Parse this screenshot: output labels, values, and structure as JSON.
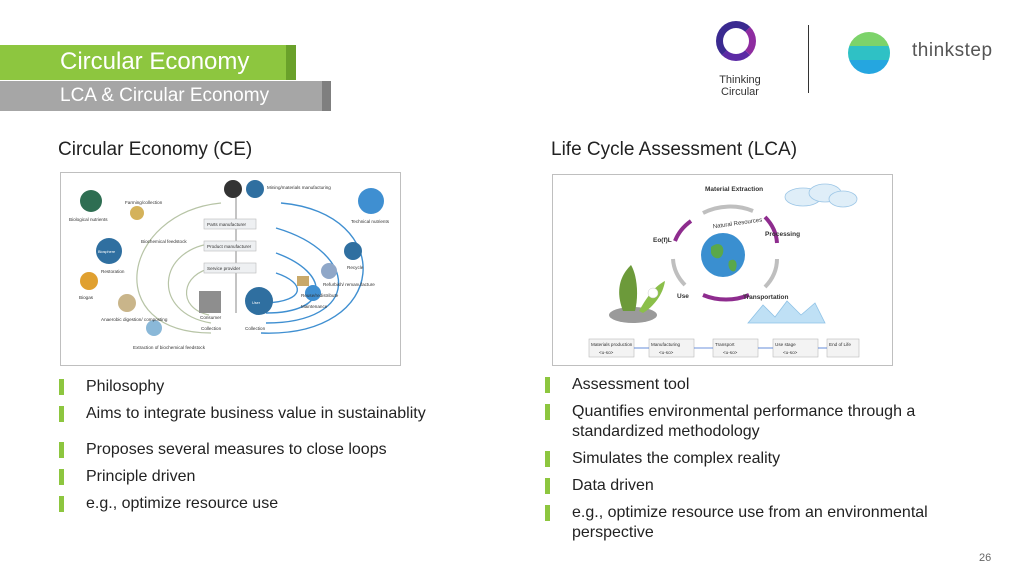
{
  "header": {
    "title": "Circular Economy",
    "subtitle": "LCA & Circular Economy"
  },
  "logos": {
    "thinking_circular": "Thinking Circular",
    "thinkstep": "thinkstep"
  },
  "left": {
    "heading": "Circular Economy (CE)",
    "diagram": {
      "labels": {
        "biological_nutrients": "Biological nutrients",
        "farming": "Farming/collection",
        "biochemical": "Biochemical feedstock",
        "biosphere": "Biosphere",
        "restoration": "Restoration",
        "biogas": "Biogas",
        "anaerobic": "Anaerobic digestion/ composting",
        "extraction": "Extraction of biochemical feedstock",
        "mining": "Mining/materials manufacturing",
        "technical_nutrients": "Technical nutrients",
        "parts": "Parts manufacturer",
        "product": "Product manufacturer",
        "service": "Service provider",
        "consumer": "Consumer",
        "user": "User",
        "collection_left": "Collection",
        "collection_right": "Collection",
        "recycle": "Recycle",
        "refurbish": "Refurbish/ remanufacture",
        "reuse": "Reuse/redistribute",
        "maintenance": "Maintenance"
      }
    },
    "bullets": [
      "Philosophy",
      "Aims to integrate business value in sustainablity",
      "Proposes several measures to close loops",
      "Principle driven",
      "e.g., optimize resource use"
    ]
  },
  "right": {
    "heading": "Life Cycle Assessment (LCA)",
    "diagram": {
      "labels": {
        "material_extraction": "Material Extraction",
        "processing": "Processing",
        "transportation": "Transportation",
        "use": "Use",
        "eol": "Eo(f)L",
        "natural_resources": "Natural Resources"
      },
      "chain": [
        "Materials production",
        "Manufacturing",
        "Transport",
        "Use stage",
        "End of Life"
      ],
      "chain_tag": "<u-so>"
    },
    "bullets": [
      "Assessment tool",
      "Quantifies environmental performance through a standardized methodology",
      "Simulates the complex reality",
      "Data driven",
      "e.g., optimize resource use from an environmental perspective"
    ]
  },
  "page_number": "26",
  "colors": {
    "accent_green": "#8dc63f",
    "banner_grey": "#a6a6a6",
    "lca_arrow_grey": "#bfbfbf",
    "lca_arrow_purple": "#8e2c8e"
  }
}
